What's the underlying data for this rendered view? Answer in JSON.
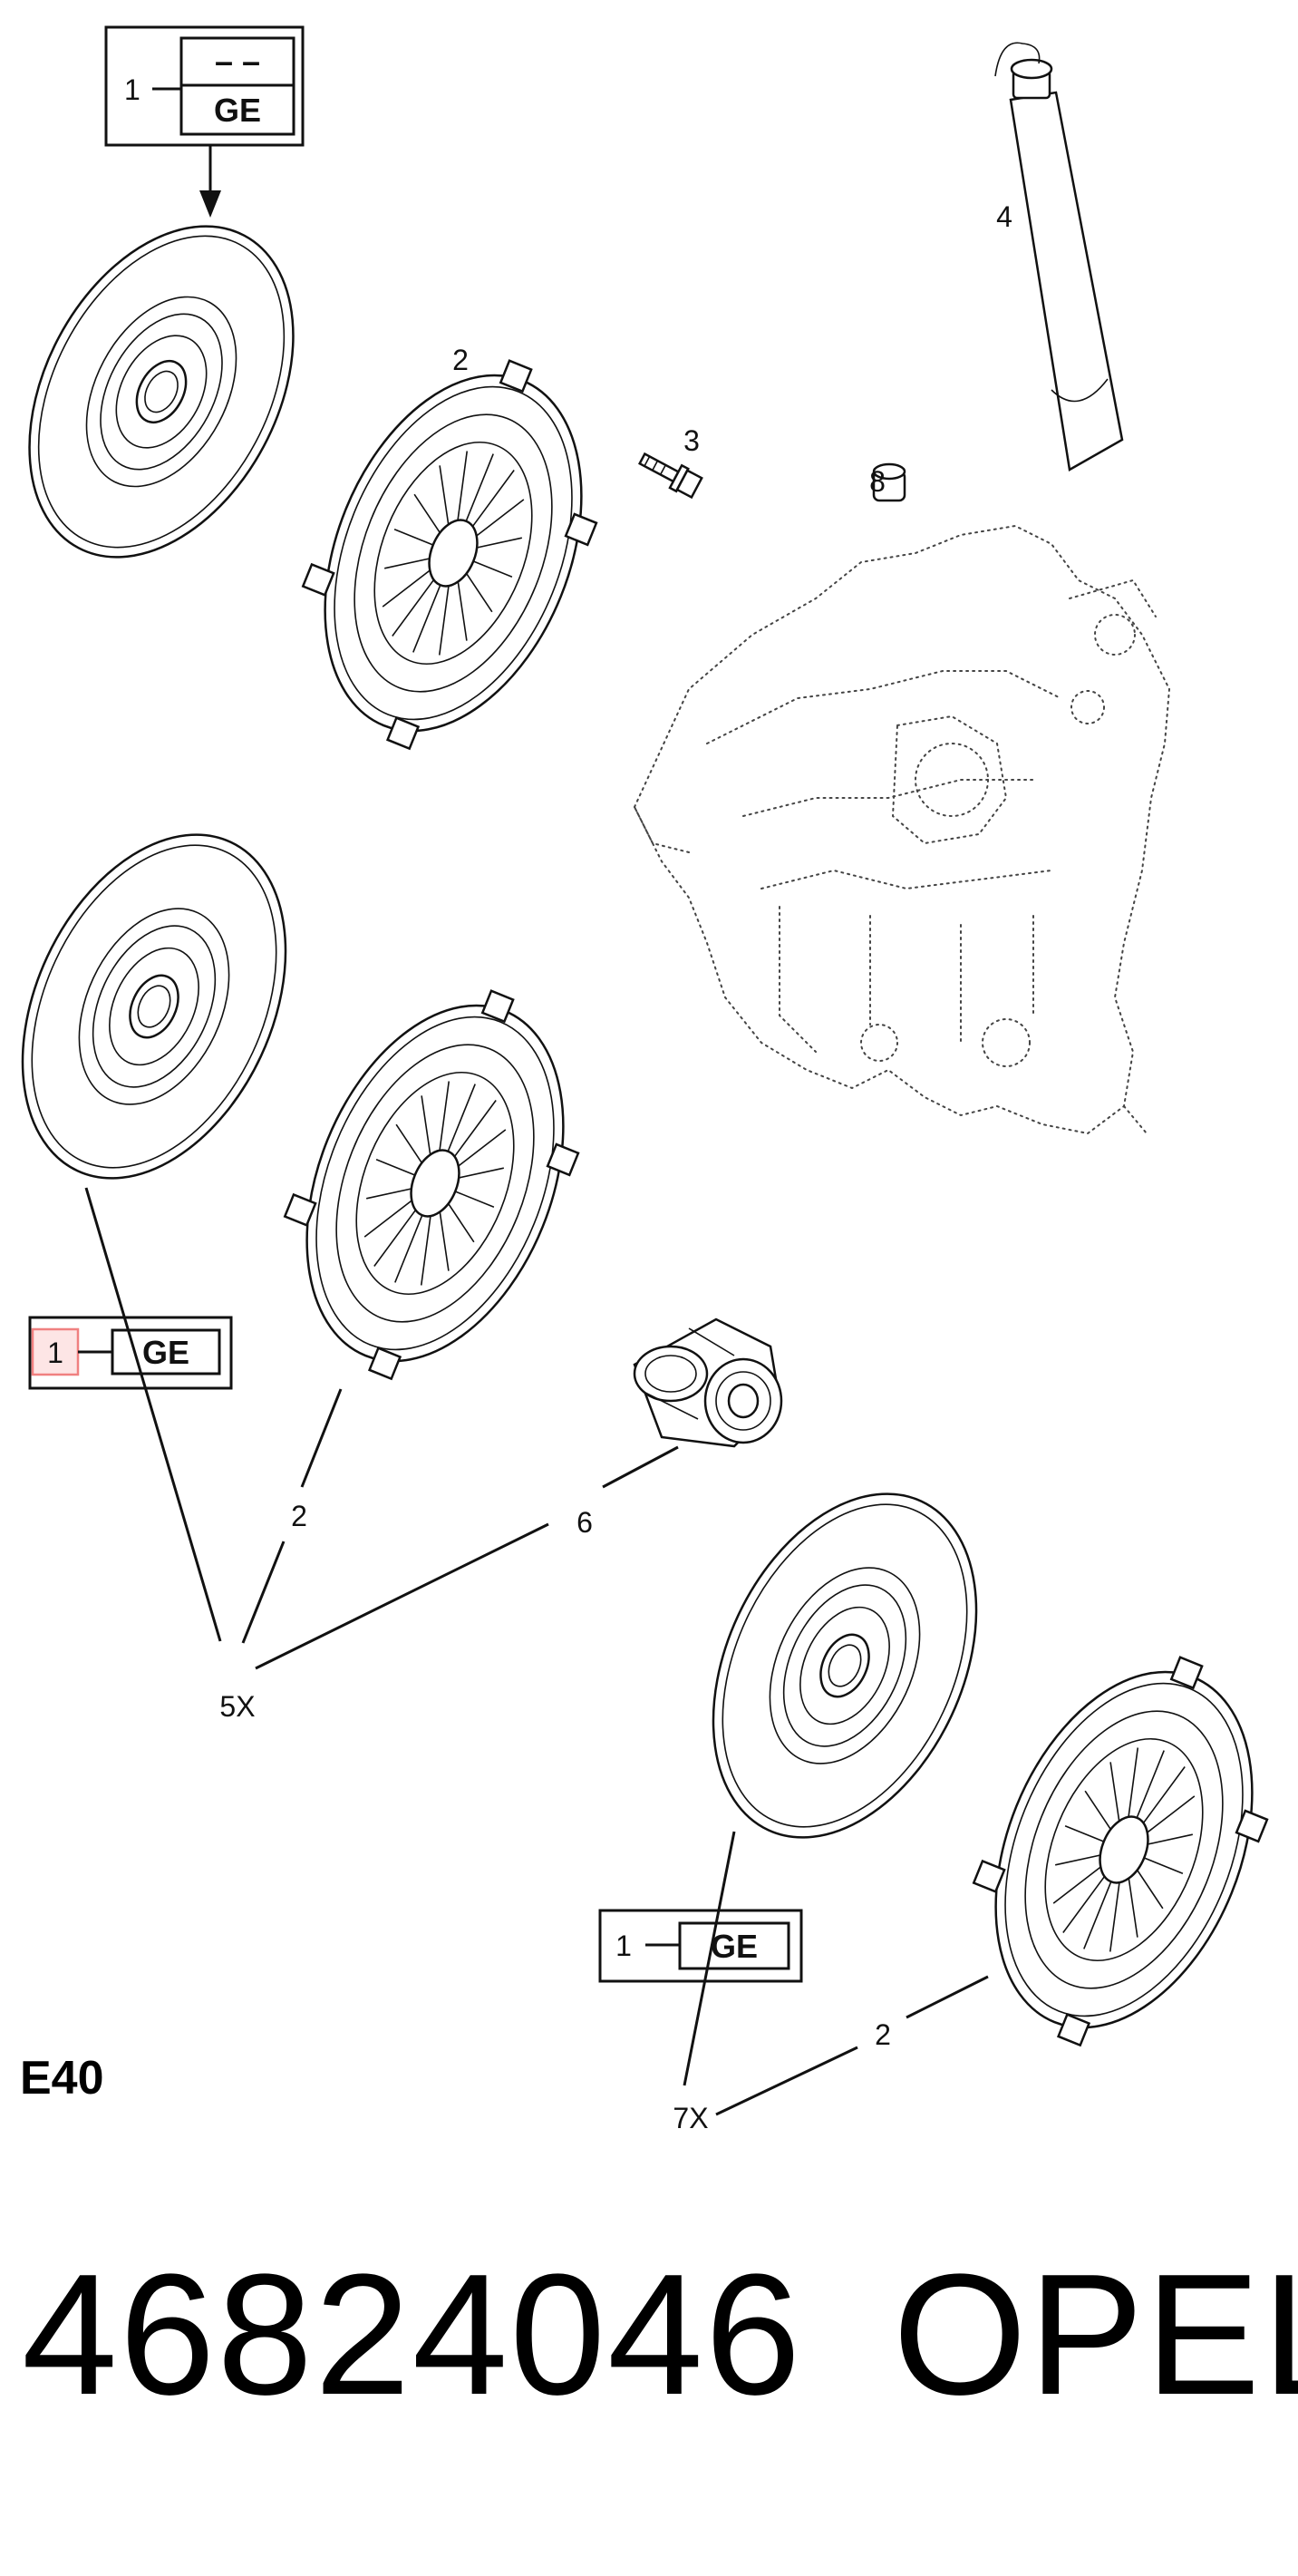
{
  "diagram": {
    "callouts": {
      "p1": "1",
      "p2_top": "2",
      "p3": "3",
      "p4": "4",
      "p8": "8",
      "p2_mid": "2",
      "p6": "6",
      "p5x": "5X",
      "p2_bottom": "2",
      "p7x": "7X"
    },
    "boxes": {
      "top": {
        "num": "1",
        "upper": "– –",
        "lower": "GE"
      },
      "middle": {
        "num": "1",
        "lower": "GE"
      },
      "bottom": {
        "num": "1",
        "lower": "GE"
      }
    },
    "model_code": "E40"
  },
  "footer": {
    "part_number": "46824046",
    "brand": "OPEL"
  },
  "colors": {
    "line": "#111111",
    "highlight": "#f08080"
  }
}
